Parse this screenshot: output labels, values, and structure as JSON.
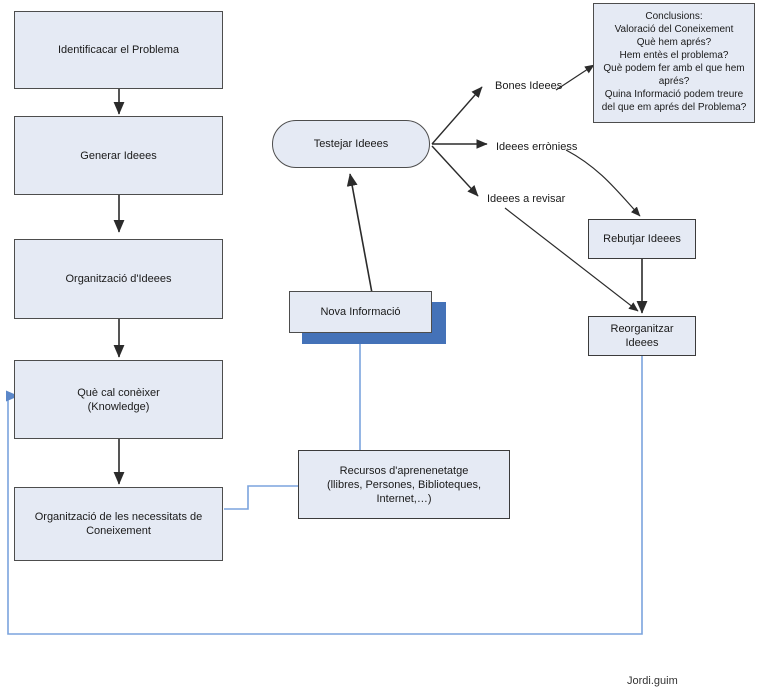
{
  "diagram": {
    "title_signature": "Jordi.guim",
    "colors": {
      "node_fill": "#e5eaf4",
      "node_border": "#4d4d4d",
      "shadow_blue": "#4472b8",
      "connector_blue": "#7ba3dd",
      "connector_black": "#333333"
    },
    "nodes": [
      {
        "id": "identificar",
        "label": "Identificacar el Problema"
      },
      {
        "id": "generar",
        "label": "Generar Ideees"
      },
      {
        "id": "organitzacio_idees",
        "label": "Organització d'Ideees"
      },
      {
        "id": "que_cal_coneixer_l1",
        "label": "Què cal conèixer"
      },
      {
        "id": "que_cal_coneixer_l2",
        "label": "(Knowledge)"
      },
      {
        "id": "organitzacio_necessitats_l1",
        "label": "Organització de les necessitats de"
      },
      {
        "id": "organitzacio_necessitats_l2",
        "label": "Coneixement"
      },
      {
        "id": "testejar",
        "label": "Testejar Ideees"
      },
      {
        "id": "nova_informacio",
        "label": "Nova Informació"
      },
      {
        "id": "recursos_l1",
        "label": "Recursos d'aprenenetatge"
      },
      {
        "id": "recursos_l2",
        "label": "(llibres, Persones, Biblioteques,"
      },
      {
        "id": "recursos_l3",
        "label": "Internet,…)"
      },
      {
        "id": "rebutjar",
        "label": "Rebutjar Ideees"
      },
      {
        "id": "reorganitzar",
        "label": "Reorganitzar Ideees"
      }
    ],
    "conclusions_box": {
      "lines": [
        "Conclusions:",
        "Valoració del Coneixement",
        "Què hem aprés?",
        "Hem entès el problema?",
        "Què podem fer amb el que hem",
        "aprés?",
        "Quina Informació podem treure",
        "del que em aprés del Problema?"
      ]
    },
    "edge_labels": [
      {
        "id": "bones-idees",
        "label": "Bones Ideees"
      },
      {
        "id": "idees-erronies",
        "label": "Ideees erròniess"
      },
      {
        "id": "idees-a-revisar",
        "label": "Ideees a revisar"
      }
    ]
  }
}
